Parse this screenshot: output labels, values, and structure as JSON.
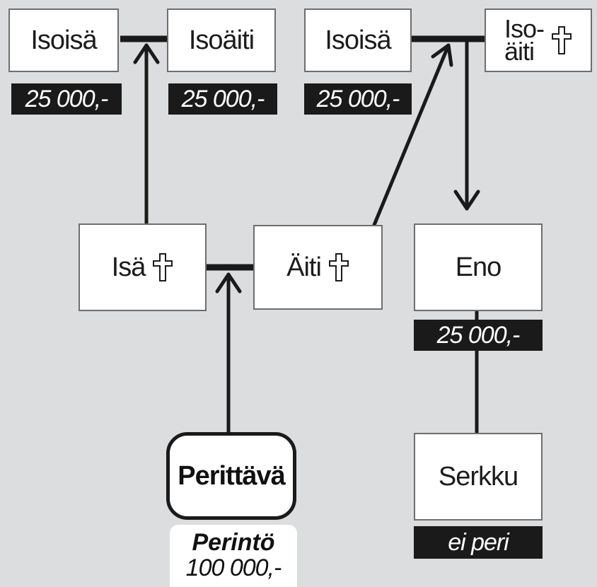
{
  "diagram": {
    "paternal_grandfather": {
      "label": "Isoisä",
      "amount": "25 000,-"
    },
    "paternal_grandmother": {
      "label": "Isoäiti",
      "amount": "25 000,-"
    },
    "maternal_grandfather": {
      "label": "Isoisä",
      "amount": "25 000,-"
    },
    "maternal_grandmother": {
      "label_line1": "Iso-",
      "label_line2": "äiti",
      "deceased": true
    },
    "father": {
      "label": "Isä",
      "deceased": true
    },
    "mother": {
      "label": "Äiti",
      "deceased": true
    },
    "uncle": {
      "label": "Eno",
      "amount": "25 000,-"
    },
    "cousin": {
      "label": "Serkku",
      "note": "ei peri"
    },
    "deceased_person": {
      "label": "Perittävä"
    },
    "inheritance": {
      "title": "Perintö",
      "value": "100 000,-"
    }
  },
  "colors": {
    "background": "#dcdddf",
    "box": "#ffffff",
    "label_bg": "#1a1a1a",
    "line": "#1a1a1a"
  },
  "icons": {
    "deceased": "latin-cross-icon"
  }
}
